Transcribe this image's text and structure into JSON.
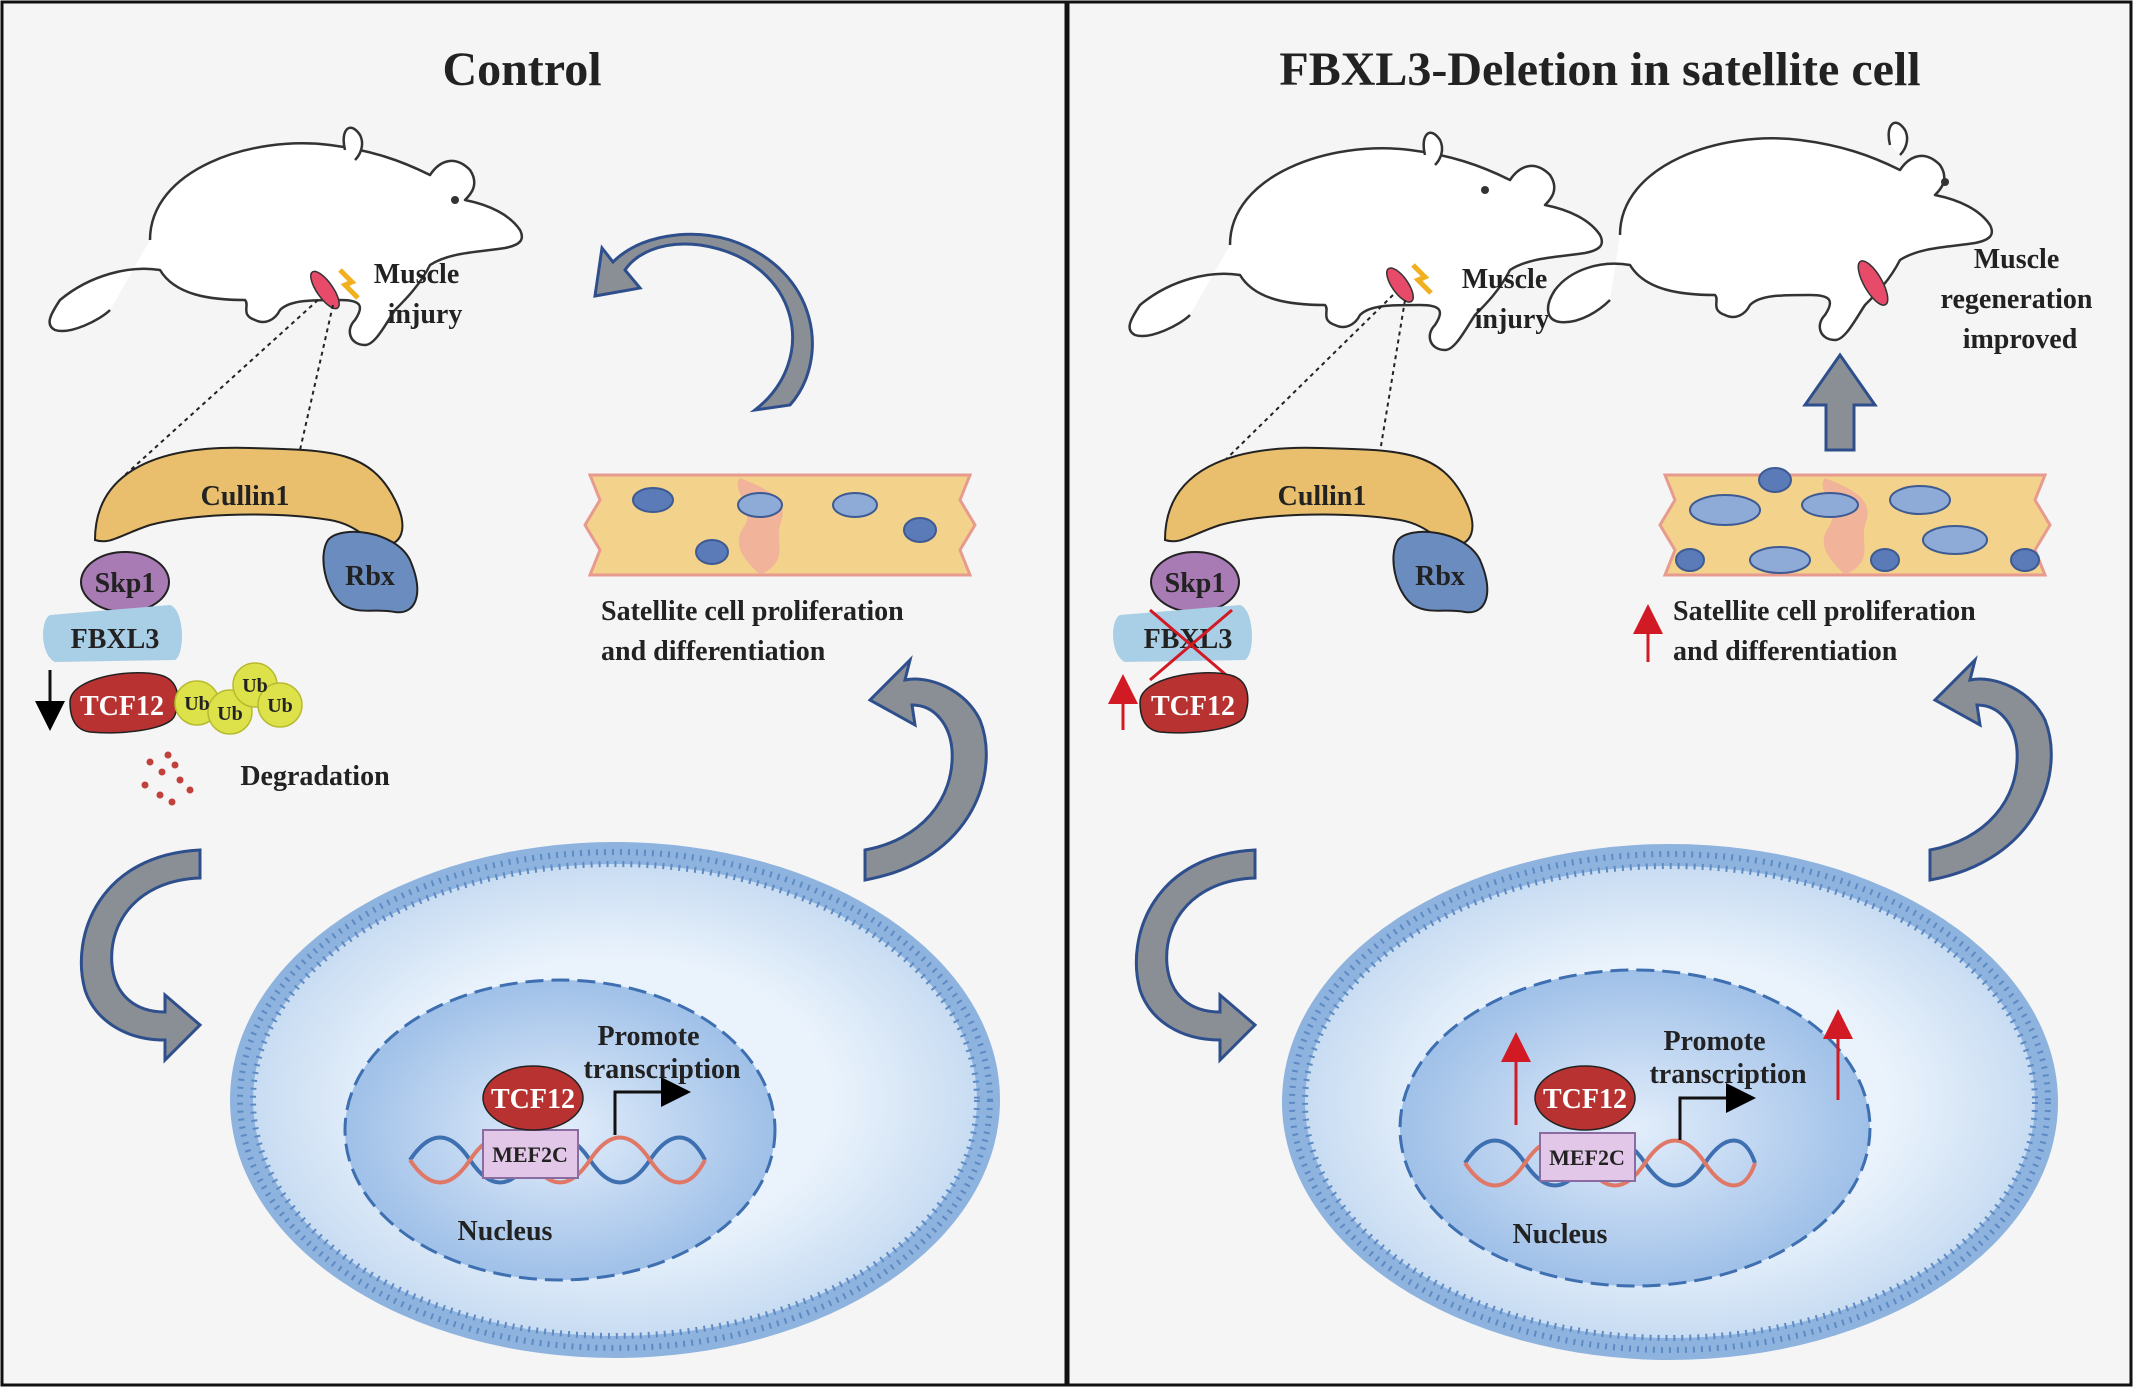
{
  "colors": {
    "panel_bg": "#f5f5f5",
    "cullin": "#e9bf6e",
    "skp1": "#a97bb5",
    "fbxl3": "#a9cfe6",
    "rbx": "#6b8cbf",
    "tcf12": "#b83232",
    "ub": "#dde24a",
    "arrow": "#8a8f96",
    "red_arrow": "#d11a24",
    "membrane": "#8db3de",
    "nucleus": "#b9d3ef",
    "fiber": "#f3d28b",
    "cell": "#5b7ab8"
  },
  "control": {
    "title": "Control",
    "muscle_injury": [
      "Muscle",
      "injury"
    ],
    "cullin": "Cullin1",
    "skp1": "Skp1",
    "rbx": "Rbx",
    "fbxl3": "FBXL3",
    "tcf12": "TCF12",
    "ub": [
      "Ub",
      "Ub",
      "Ub",
      "Ub"
    ],
    "degradation": "Degradation",
    "satellite": [
      "Satellite cell proliferation",
      "and differentiation"
    ],
    "promote": [
      "Promote",
      "transcription"
    ],
    "tcf12_nuc": "TCF12",
    "mef2c": "MEF2C",
    "nucleus": "Nucleus"
  },
  "deletion": {
    "title": "FBXL3-Deletion in satellite cell",
    "muscle_injury": [
      "Muscle",
      "injury"
    ],
    "regeneration": [
      "Muscle",
      "regeneration",
      "improved"
    ],
    "cullin": "Cullin1",
    "skp1": "Skp1",
    "rbx": "Rbx",
    "fbxl3": "FBXL3",
    "tcf12": "TCF12",
    "satellite": [
      "Satellite cell proliferation",
      "and differentiation"
    ],
    "promote": [
      "Promote",
      "transcription"
    ],
    "tcf12_nuc": "TCF12",
    "mef2c": "MEF2C",
    "nucleus": "Nucleus"
  }
}
